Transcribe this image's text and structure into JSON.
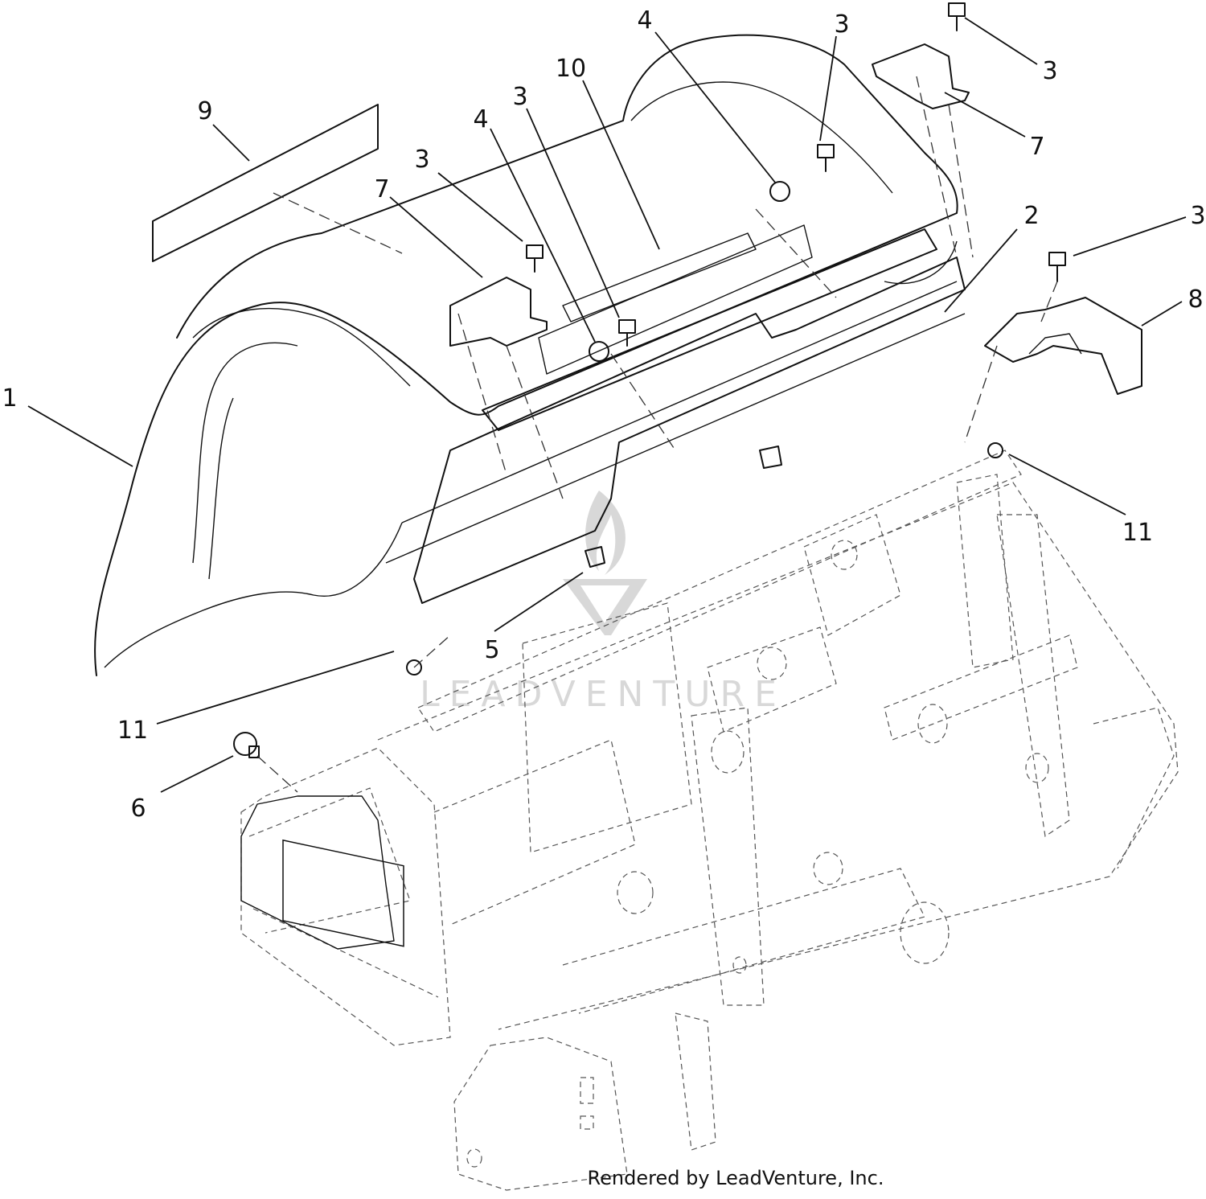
{
  "watermark": {
    "text": "LEADVENTURE",
    "color": "#d8d8d8"
  },
  "footer": {
    "credit": "Rendered by LeadVenture, Inc."
  },
  "callouts": [
    {
      "id": "c1",
      "label": "1"
    },
    {
      "id": "c2",
      "label": "2"
    },
    {
      "id": "c3a",
      "label": "3"
    },
    {
      "id": "c3b",
      "label": "3"
    },
    {
      "id": "c3c",
      "label": "3"
    },
    {
      "id": "c3d",
      "label": "3"
    },
    {
      "id": "c3e",
      "label": "3"
    },
    {
      "id": "c4a",
      "label": "4"
    },
    {
      "id": "c4b",
      "label": "4"
    },
    {
      "id": "c5",
      "label": "5"
    },
    {
      "id": "c6",
      "label": "6"
    },
    {
      "id": "c7a",
      "label": "7"
    },
    {
      "id": "c7b",
      "label": "7"
    },
    {
      "id": "c8",
      "label": "8"
    },
    {
      "id": "c9",
      "label": "9"
    },
    {
      "id": "c10",
      "label": "10"
    },
    {
      "id": "c11a",
      "label": "11"
    },
    {
      "id": "c11b",
      "label": "11"
    }
  ]
}
